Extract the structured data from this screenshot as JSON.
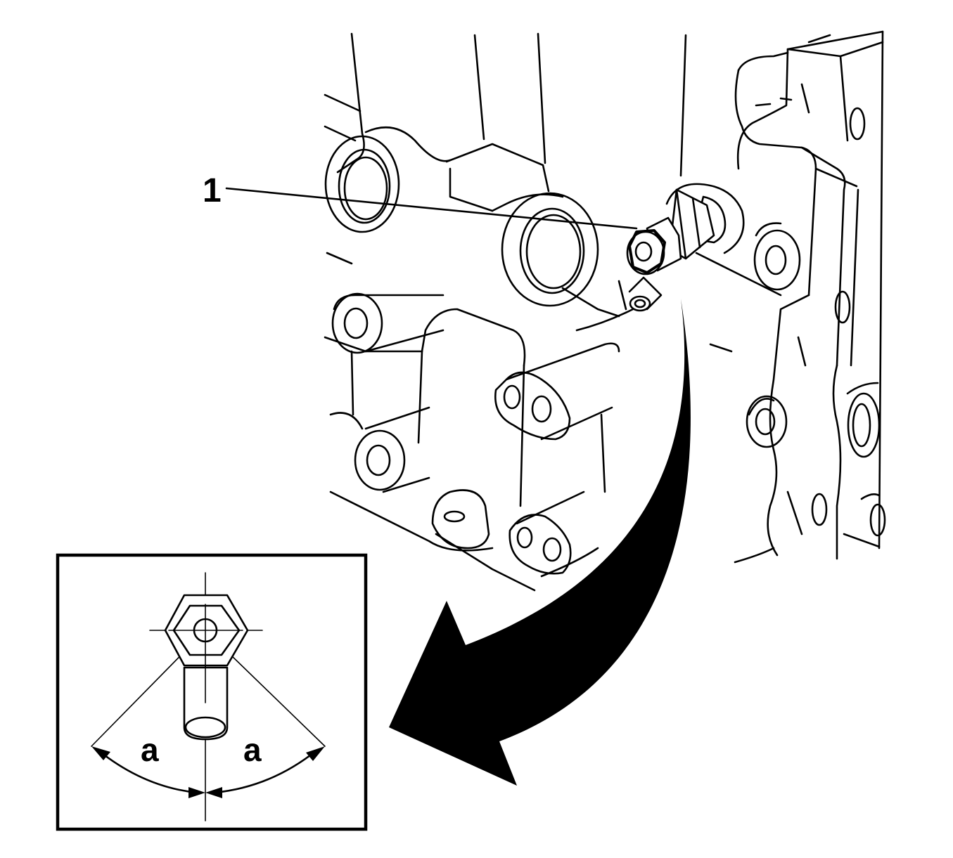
{
  "callout": {
    "number": "1"
  },
  "detail": {
    "angle_left": "a",
    "angle_right": "a"
  }
}
